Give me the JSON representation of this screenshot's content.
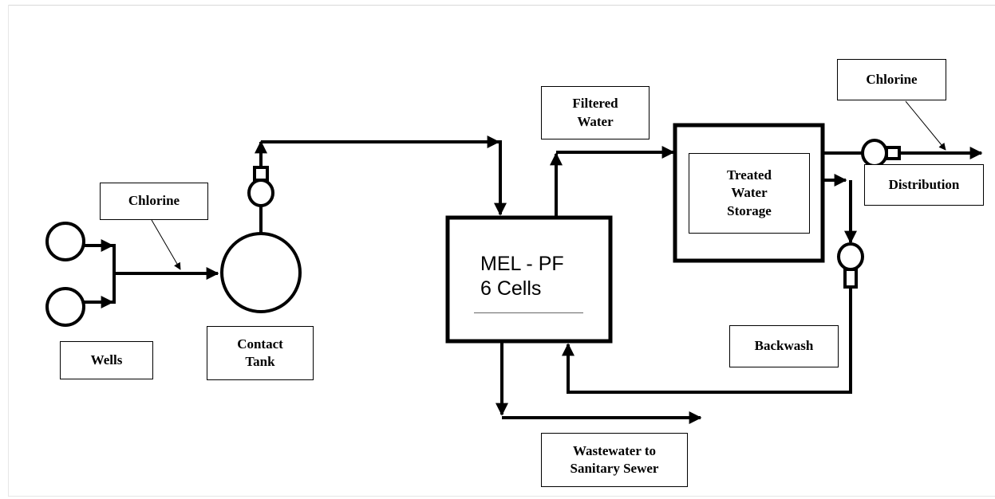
{
  "labels": {
    "wells": "Wells",
    "chlorine_left": "Chlorine",
    "contact_tank": "Contact\nTank",
    "mel_pf": "MEL - PF\n6 Cells",
    "filtered_water": "Filtered\nWater",
    "treated_water_storage": "Treated\nWater\nStorage",
    "chlorine_right": "Chlorine",
    "distribution": "Distribution",
    "backwash": "Backwash",
    "wastewater": "Wastewater to\nSanitary Sewer"
  }
}
